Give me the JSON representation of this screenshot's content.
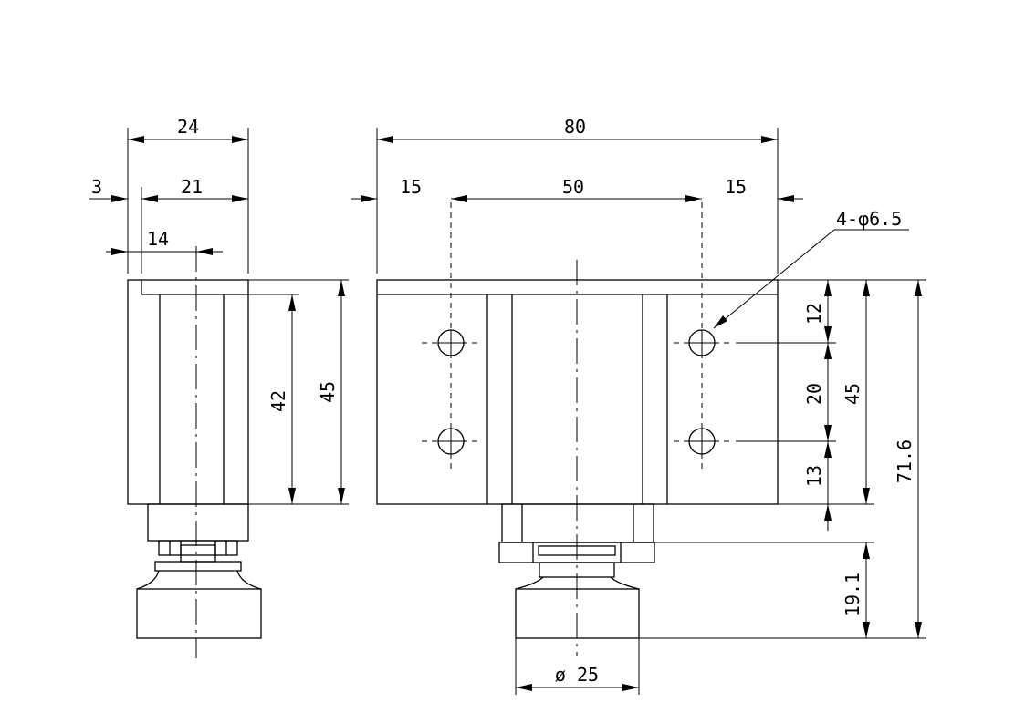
{
  "side_view": {
    "dims": {
      "overall_width": "24",
      "flange_thickness": "3",
      "body_width": "21",
      "center_offset": "14",
      "body_height": "42",
      "total_height": "45"
    }
  },
  "front_view": {
    "dims": {
      "overall_width": "80",
      "left_margin": "15",
      "hole_spacing_x": "50",
      "right_margin": "15",
      "hole_callout": "4-φ6.5",
      "top_to_hole": "12",
      "hole_spacing_y": "20",
      "hole_to_bottom": "13",
      "body_height": "45",
      "overall_height": "71.6",
      "foot_height": "19.1",
      "foot_diameter": "ø 25"
    }
  }
}
